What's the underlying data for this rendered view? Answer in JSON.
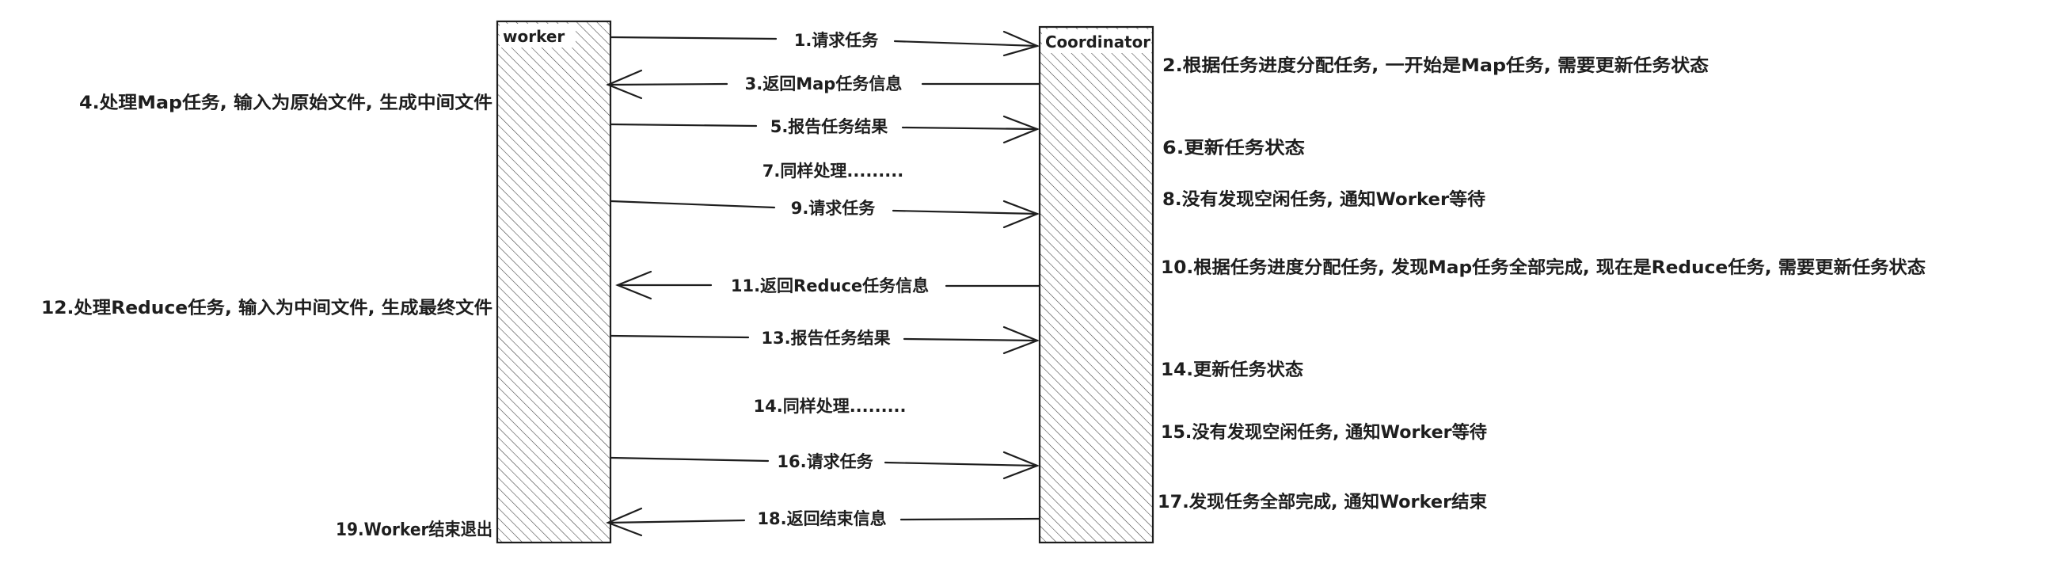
{
  "nodes": {
    "worker": "worker",
    "coordinator": "Coordinator"
  },
  "messages": [
    {
      "id": "m1",
      "text": "1.请求任务",
      "dir": "right"
    },
    {
      "id": "m3",
      "text": "3.返回Map任务信息",
      "dir": "left"
    },
    {
      "id": "m5",
      "text": "5.报告任务结果",
      "dir": "right"
    },
    {
      "id": "m7",
      "text": "7.同样处理.........",
      "dir": "none"
    },
    {
      "id": "m9",
      "text": "9.请求任务",
      "dir": "right"
    },
    {
      "id": "m11",
      "text": "11.返回Reduce任务信息",
      "dir": "left"
    },
    {
      "id": "m13",
      "text": "13.报告任务结果",
      "dir": "right"
    },
    {
      "id": "m14",
      "text": "14.同样处理.........",
      "dir": "none"
    },
    {
      "id": "m16",
      "text": "16.请求任务",
      "dir": "right"
    },
    {
      "id": "m18",
      "text": "18.返回结束信息",
      "dir": "left"
    }
  ],
  "worker_notes": [
    {
      "id": "w4",
      "text": "4.处理Map任务, 输入为原始文件, 生成中间文件"
    },
    {
      "id": "w12",
      "text": "12.处理Reduce任务, 输入为中间文件, 生成最终文件"
    },
    {
      "id": "w19",
      "text": "19.Worker结束退出"
    }
  ],
  "coordinator_notes": [
    {
      "id": "c2",
      "text": "2.根据任务进度分配任务, 一开始是Map任务, 需要更新任务状态"
    },
    {
      "id": "c6",
      "text": "6.更新任务状态"
    },
    {
      "id": "c8",
      "text": "8.没有发现空闲任务, 通知Worker等待"
    },
    {
      "id": "c10",
      "text": "10.根据任务进度分配任务, 发现Map任务全部完成, 现在是Reduce任务, 需要更新任务状态"
    },
    {
      "id": "c14",
      "text": "14.更新任务状态"
    },
    {
      "id": "c15",
      "text": "15.没有发现空闲任务, 通知Worker等待"
    },
    {
      "id": "c17",
      "text": "17.发现任务全部完成, 通知Worker结束"
    }
  ]
}
